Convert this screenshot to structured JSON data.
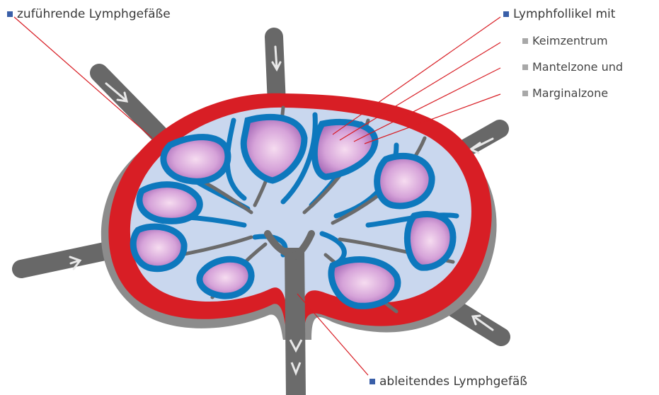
{
  "labels": {
    "afferent": "zuführende Lymphgefäße",
    "follicle": "Lymphfollikel mit",
    "germinal_center": "Keimzentrum",
    "mantle_zone": "Mantelzone und",
    "marginal_zone": "Marginalzone",
    "efferent": "ableitendes Lymphgefäß"
  },
  "colors": {
    "bullet_primary": "#3a5fa8",
    "bullet_secondary": "#a8a8a8",
    "capsule": "#d81e25",
    "sinus": "#0d78bd",
    "medulla": "#c9d7ee",
    "follicle": "#c88fd0",
    "vessel": "#6b6b6b",
    "leader_line": "#d81e25"
  }
}
